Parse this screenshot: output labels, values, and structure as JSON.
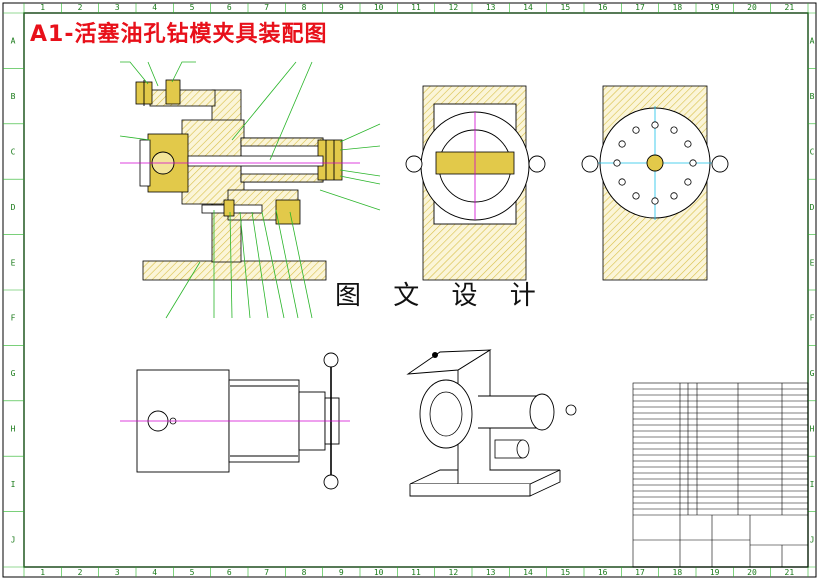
{
  "title": "A1-活塞油孔钻模夹具装配图",
  "watermark": "图 文 设 计",
  "frame": {
    "col_labels": [
      "1",
      "2",
      "3",
      "4",
      "5",
      "6",
      "7",
      "8",
      "9",
      "10",
      "11",
      "12",
      "13",
      "14",
      "15",
      "16",
      "17",
      "18",
      "19",
      "20",
      "21"
    ],
    "row_labels": [
      "A",
      "B",
      "C",
      "D",
      "E",
      "F",
      "G",
      "H",
      "I",
      "J"
    ]
  },
  "colors": {
    "title": "#e8101a",
    "leader": "#2ab52a",
    "hatch": "#d8c048",
    "part": "#e2c94a",
    "centerline": "#d000d0",
    "cyan": "#18c0e8"
  }
}
